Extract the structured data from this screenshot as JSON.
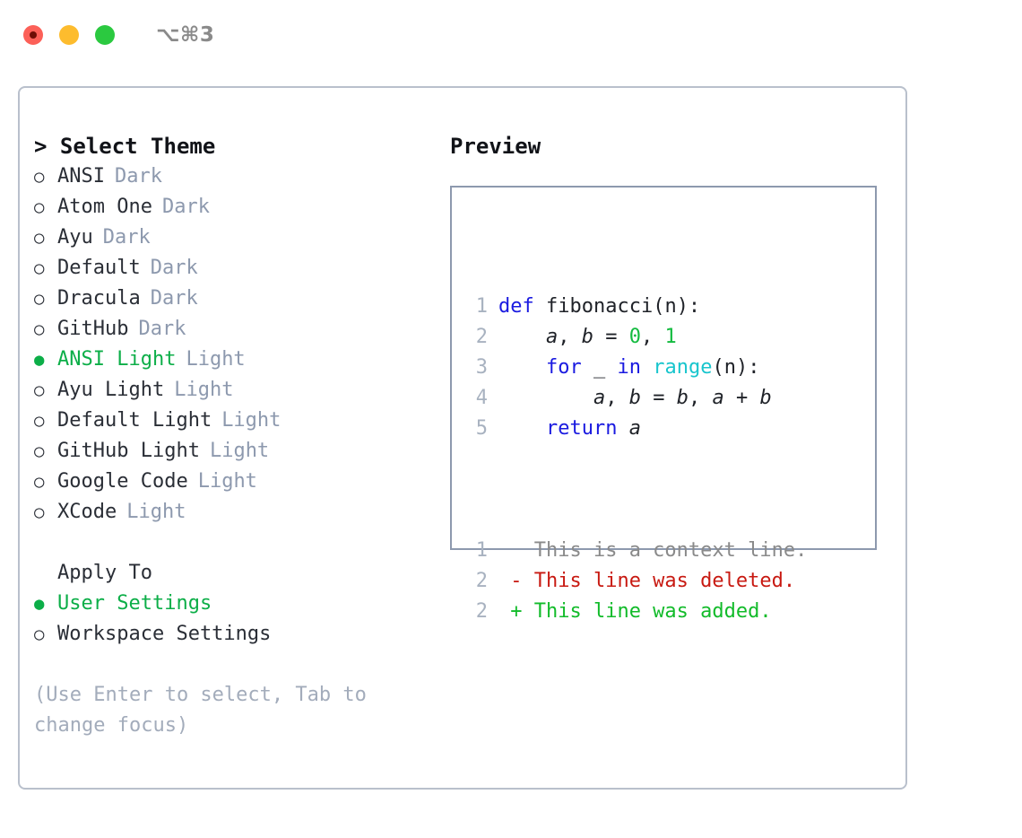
{
  "titlebar": {
    "shortcut": "⌥⌘3",
    "buttons": [
      {
        "name": "close",
        "color": "#fc6058"
      },
      {
        "name": "minimize",
        "color": "#fdbc2e"
      },
      {
        "name": "maximize",
        "color": "#2bc940"
      }
    ]
  },
  "theme_picker": {
    "header": "> Select Theme",
    "selected_bullet": "●",
    "unselected_bullet": "○",
    "items": [
      {
        "label": "ANSI",
        "kind": "Dark",
        "selected": false
      },
      {
        "label": "Atom One",
        "kind": "Dark",
        "selected": false
      },
      {
        "label": "Ayu",
        "kind": "Dark",
        "selected": false
      },
      {
        "label": "Default",
        "kind": "Dark",
        "selected": false
      },
      {
        "label": "Dracula",
        "kind": "Dark",
        "selected": false
      },
      {
        "label": "GitHub",
        "kind": "Dark",
        "selected": false
      },
      {
        "label": "ANSI Light",
        "kind": "Light",
        "selected": true
      },
      {
        "label": "Ayu Light",
        "kind": "Light",
        "selected": false
      },
      {
        "label": "Default Light",
        "kind": "Light",
        "selected": false
      },
      {
        "label": "GitHub Light",
        "kind": "Light",
        "selected": false
      },
      {
        "label": "Google Code",
        "kind": "Light",
        "selected": false
      },
      {
        "label": "XCode",
        "kind": "Light",
        "selected": false
      }
    ]
  },
  "apply_to": {
    "title": "Apply To",
    "items": [
      {
        "label": "User Settings",
        "selected": true
      },
      {
        "label": "Workspace Settings",
        "selected": false
      }
    ]
  },
  "hint": "(Use Enter to select, Tab to change focus)",
  "preview": {
    "title": "Preview",
    "code_lines": [
      {
        "n": "1",
        "tokens": [
          {
            "t": "def",
            "c": "kw"
          },
          {
            "t": " fibonacci(n):",
            "c": "plain"
          }
        ]
      },
      {
        "n": "2",
        "tokens": [
          {
            "t": "    ",
            "c": "plain"
          },
          {
            "t": "a",
            "c": "var"
          },
          {
            "t": ", ",
            "c": "plain"
          },
          {
            "t": "b",
            "c": "var"
          },
          {
            "t": " = ",
            "c": "plain"
          },
          {
            "t": "0",
            "c": "num"
          },
          {
            "t": ", ",
            "c": "plain"
          },
          {
            "t": "1",
            "c": "num"
          }
        ]
      },
      {
        "n": "3",
        "tokens": [
          {
            "t": "    ",
            "c": "plain"
          },
          {
            "t": "for",
            "c": "kw"
          },
          {
            "t": " _ ",
            "c": "plain"
          },
          {
            "t": "in",
            "c": "kw"
          },
          {
            "t": " ",
            "c": "plain"
          },
          {
            "t": "range",
            "c": "fn"
          },
          {
            "t": "(n):",
            "c": "plain"
          }
        ]
      },
      {
        "n": "4",
        "tokens": [
          {
            "t": "        ",
            "c": "plain"
          },
          {
            "t": "a",
            "c": "var"
          },
          {
            "t": ", ",
            "c": "plain"
          },
          {
            "t": "b",
            "c": "var"
          },
          {
            "t": " = ",
            "c": "plain"
          },
          {
            "t": "b",
            "c": "var"
          },
          {
            "t": ", ",
            "c": "plain"
          },
          {
            "t": "a",
            "c": "var"
          },
          {
            "t": " + ",
            "c": "plain"
          },
          {
            "t": "b",
            "c": "var"
          }
        ]
      },
      {
        "n": "5",
        "tokens": [
          {
            "t": "    ",
            "c": "plain"
          },
          {
            "t": "return",
            "c": "kw"
          },
          {
            "t": " ",
            "c": "plain"
          },
          {
            "t": "a",
            "c": "var"
          }
        ]
      }
    ],
    "diff_lines": [
      {
        "n": "1",
        "marker": " ",
        "text": " This is a context line.",
        "kind": "ctx"
      },
      {
        "n": "2",
        "marker": "-",
        "text": " This line was deleted.",
        "kind": "del"
      },
      {
        "n": "2",
        "marker": "+",
        "text": " This line was added.",
        "kind": "add"
      }
    ]
  },
  "colors": {
    "accent_green": "#0cae48",
    "muted": "#8d99ae",
    "keyword_blue": "#1a1ae0",
    "function_cyan": "#18c5cd",
    "number_green": "#13bb3f",
    "diff_add": "#12bb2a",
    "diff_del": "#c81a12",
    "panel_border": "#b9c0cc",
    "preview_border": "#8d99ae"
  }
}
